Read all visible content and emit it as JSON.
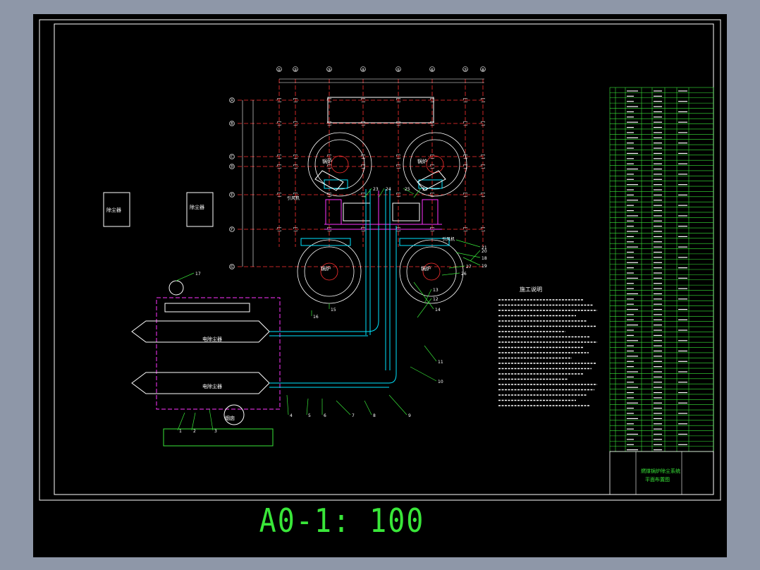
{
  "sheet": {
    "scale_caption": "A0-1: 100",
    "notes_title": "施工说明",
    "title_block_line1": "燃煤锅炉除尘系统",
    "title_block_line2": "平面布置图"
  },
  "grid_labels": {
    "columns": [
      "①",
      "②",
      "③",
      "④",
      "⑤",
      "⑥",
      "⑦",
      "⑧"
    ],
    "rows": [
      "Ⓐ",
      "Ⓑ",
      "Ⓒ",
      "Ⓓ",
      "Ⓔ",
      "Ⓕ",
      "Ⓖ"
    ]
  },
  "equipment_labels": {
    "room_left": "除尘器",
    "room_mid": "除尘器",
    "dust_collector_upper": "电除尘器",
    "dust_collector_lower": "电除尘器",
    "boiler_1": "锅炉",
    "boiler_2": "锅炉",
    "boiler_3": "锅炉",
    "boiler_4": "锅炉",
    "fan_left": "引风机",
    "fan_right": "引风机",
    "stack_label": "烟囱"
  },
  "leader_numbers": [
    "1",
    "2",
    "3",
    "4",
    "5",
    "6",
    "7",
    "8",
    "9",
    "10",
    "11",
    "12",
    "13",
    "14",
    "15",
    "16",
    "17",
    "18",
    "19",
    "20",
    "21",
    "22",
    "23",
    "24",
    "25",
    "26",
    "27"
  ],
  "colors": {
    "background": "#000000",
    "frame": "#ffffff",
    "equipment": "#ffffff",
    "axis": "#ff3030",
    "leader": "#39e639",
    "duct": "#00e5ff",
    "accent": "#ff33ff",
    "outer": "#8e97a8"
  }
}
